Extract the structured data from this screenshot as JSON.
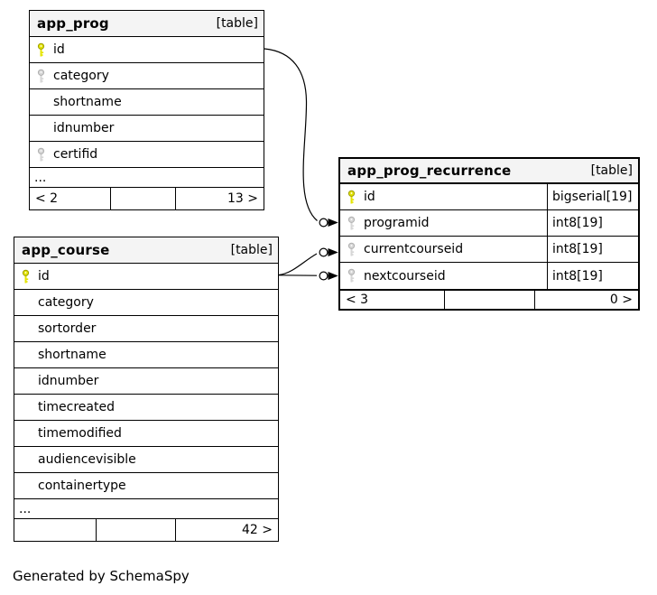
{
  "footer_note": "Generated by SchemaSpy",
  "colors": {
    "header_bg": "#f4f4f4",
    "border": "#000000",
    "primary_key": "#e4e400",
    "foreign_key": "#d6d6d6",
    "row_bg": "#ffffff"
  },
  "tables": {
    "app_prog": {
      "title": "app_prog",
      "badge": "[table]",
      "columns": [
        {
          "name": "id",
          "key": "primary"
        },
        {
          "name": "category",
          "key": "foreign"
        },
        {
          "name": "shortname"
        },
        {
          "name": "idnumber"
        },
        {
          "name": "certifid",
          "key": "foreign"
        },
        {
          "name": "..."
        }
      ],
      "footer": {
        "parents": "< 2",
        "middle": "",
        "children": "13 >"
      }
    },
    "app_prog_recurrence": {
      "title": "app_prog_recurrence",
      "badge": "[table]",
      "columns": [
        {
          "name": "id",
          "type": "bigserial[19]",
          "key": "primary"
        },
        {
          "name": "programid",
          "type": "int8[19]",
          "key": "foreign"
        },
        {
          "name": "currentcourseid",
          "type": "int8[19]",
          "key": "foreign"
        },
        {
          "name": "nextcourseid",
          "type": "int8[19]",
          "key": "foreign"
        }
      ],
      "footer": {
        "parents": "< 3",
        "middle": "",
        "children": "0 >"
      }
    },
    "app_course": {
      "title": "app_course",
      "badge": "[table]",
      "columns": [
        {
          "name": "id",
          "key": "primary"
        },
        {
          "name": "category"
        },
        {
          "name": "sortorder"
        },
        {
          "name": "shortname"
        },
        {
          "name": "idnumber"
        },
        {
          "name": "timecreated"
        },
        {
          "name": "timemodified"
        },
        {
          "name": "audiencevisible"
        },
        {
          "name": "containertype"
        },
        {
          "name": "..."
        }
      ],
      "footer": {
        "parents": "",
        "middle": "",
        "children": "42 >"
      }
    }
  },
  "relationships": [
    {
      "from": "app_prog.id",
      "to": "app_prog_recurrence.programid"
    },
    {
      "from": "app_course.id",
      "to": "app_prog_recurrence.currentcourseid"
    },
    {
      "from": "app_course.id",
      "to": "app_prog_recurrence.nextcourseid"
    }
  ]
}
